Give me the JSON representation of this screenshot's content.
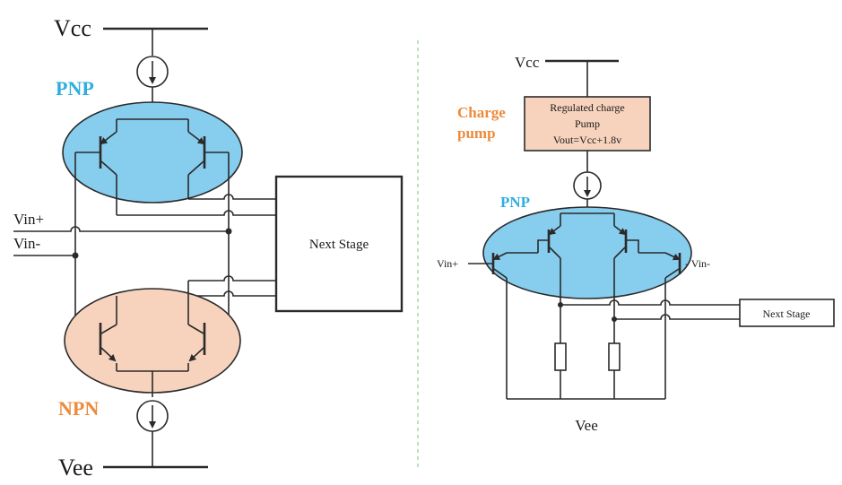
{
  "left": {
    "vcc": "Vcc",
    "vee": "Vee",
    "pnp": "PNP",
    "npn": "NPN",
    "vin_plus": "Vin+",
    "vin_minus": "Vin-",
    "next_stage": "Next Stage"
  },
  "right": {
    "vcc": "Vcc",
    "vee": "Vee",
    "pnp": "PNP",
    "charge_pump_1": "Charge",
    "charge_pump_2": "pump",
    "box_line1": "Regulated charge",
    "box_line2": "Pump",
    "box_line3": "Vout=Vcc+1.8v",
    "vin_plus": "Vin+",
    "vin_minus": "- Vin-",
    "next_stage": "Next Stage"
  },
  "colors": {
    "pnp_fill": "#87cdee",
    "npn_fill": "#f7d3bd",
    "box_fill": "#f7d3bd",
    "pnp_text": "#2eaee0",
    "orange_text": "#ed8a3b",
    "divider": "#9fd59f"
  }
}
